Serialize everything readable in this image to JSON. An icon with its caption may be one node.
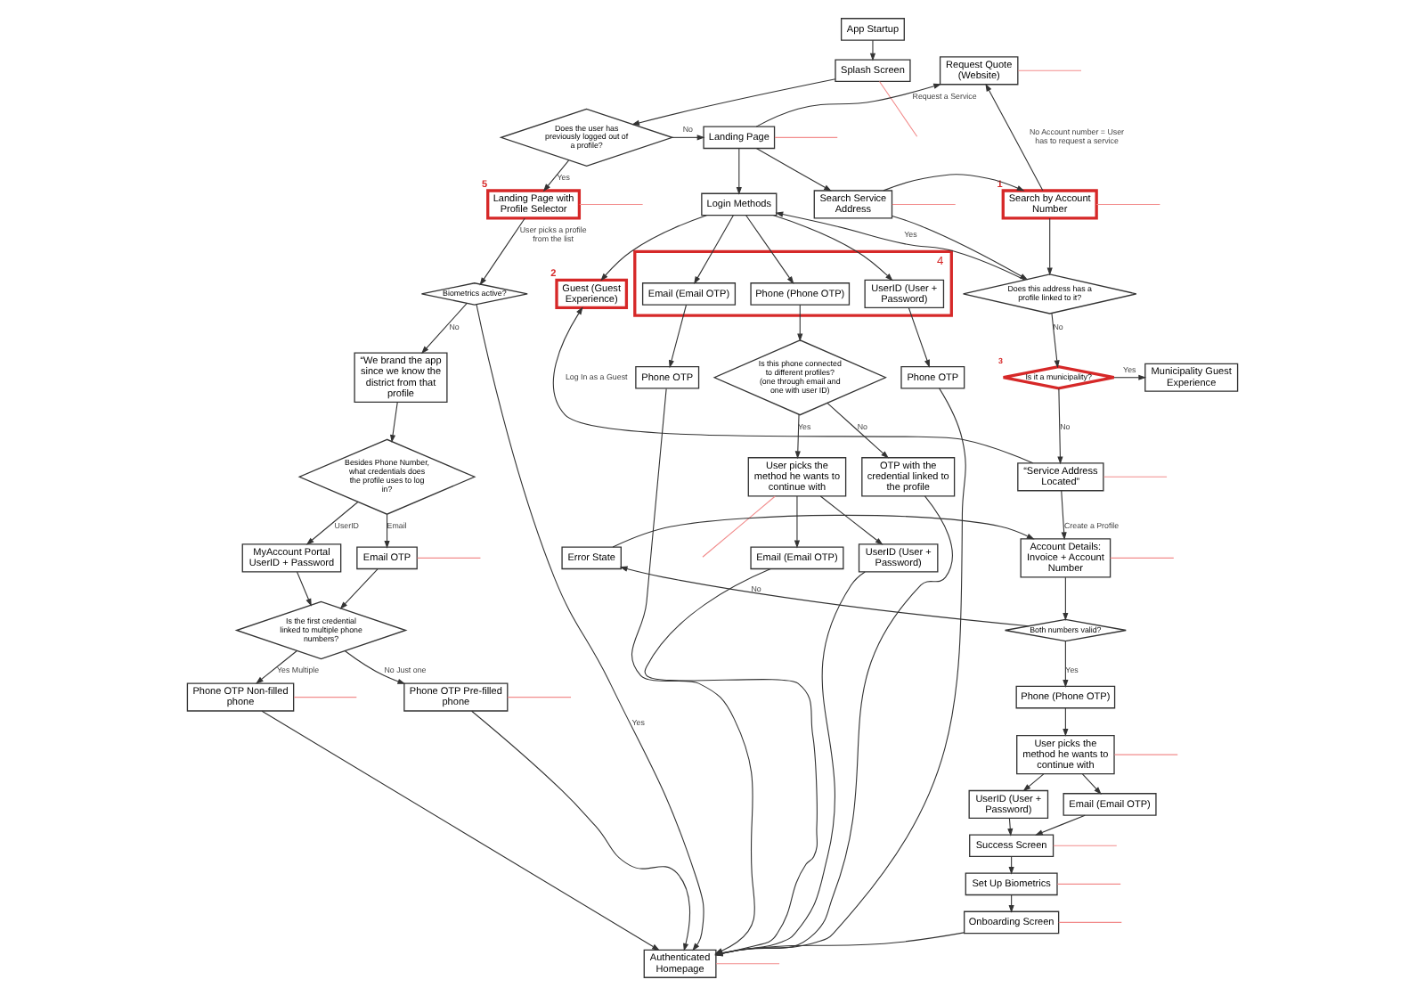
{
  "diagram": {
    "nodes": [
      {
        "text": [
          "App Startup"
        ]
      },
      {
        "text": [
          "Splash Screen"
        ]
      },
      {
        "text": [
          "Request Quote (Website)"
        ]
      },
      {
        "text": [
          "Does the user has previously logged out of a profile?"
        ]
      },
      {
        "text": [
          "Landing Page"
        ]
      },
      {
        "text": [
          "Landing Page with Profile Selector"
        ],
        "beside": [
          "5"
        ]
      },
      {
        "text": [
          "Login Methods"
        ]
      },
      {
        "text": [
          "Search Service Address"
        ]
      },
      {
        "text": [
          "Search by Account Number"
        ],
        "beside": [
          "1"
        ]
      },
      {
        "text": [],
        "shape": "box",
        "beside": [
          "4"
        ]
      },
      {
        "text": [
          "UserID (User + Password)"
        ],
        "in": 9
      },
      {
        "text": [
          "Email (Email OTP)"
        ],
        "in": 9
      },
      {
        "text": [
          "Phone (Phone OTP)"
        ],
        "in": 9
      },
      {
        "text": [
          "Guest (Guest Experience)"
        ],
        "beside": [
          "2"
        ]
      },
      {
        "text": [
          "Does this address has a profile linked to it?"
        ]
      },
      {
        "text": [
          "Biometrics active?"
        ]
      },
      {
        "text": [
          "Phone OTP"
        ]
      },
      {
        "text": [
          "Phone OTP"
        ]
      },
      {
        "text": [
          "Is it a municipality?"
        ],
        "beside": [
          "3"
        ]
      },
      {
        "text": [
          "Municipality Guest Experience"
        ]
      },
      {
        "text": [
          "Is this phone connected to different profiles? (one through email and one with user ID)"
        ]
      },
      {
        "text": [
          "OTP with the credential linked to the profile"
        ]
      },
      {
        "text": [
          "“We brand the app since we know the district from that profile"
        ]
      },
      {
        "text": [
          "“Service Address Located”"
        ]
      },
      {
        "text": [
          "User picks the method he wants to continue with"
        ]
      },
      {
        "text": [
          "Account Details: Invoice + Account Number"
        ]
      },
      {
        "text": [
          "Error State"
        ]
      },
      {
        "text": [
          "Besides Phone Number, what credentials does the profile uses to log in?"
        ]
      },
      {
        "text": [
          "UserID (User + Password)"
        ]
      },
      {
        "text": [
          "Email (Email OTP)"
        ]
      },
      {
        "text": [
          "Email OTP"
        ]
      },
      {
        "text": [
          "MyAccount Portal UserID + Password"
        ]
      },
      {
        "text": [
          "Both numbers valid?"
        ]
      },
      {
        "text": [
          "Phone (Phone OTP)"
        ]
      },
      {
        "text": [
          "User picks the method he wants to continue with"
        ]
      },
      {
        "text": [
          "Is the first credential linked to multiple phone numbers?"
        ]
      },
      {
        "text": [
          "UserID (User + Password)"
        ]
      },
      {
        "text": [
          "Email (Email OTP)"
        ]
      },
      {
        "text": [
          "Phone OTP Pre-filled phone"
        ]
      },
      {
        "text": [
          "Phone OTP Non-filled phone"
        ]
      },
      {
        "text": [
          "Success Screen"
        ]
      },
      {
        "text": [
          "Authenticated Homepage"
        ]
      },
      {
        "text": [
          "Set Up Biometrics"
        ]
      },
      {
        "text": [
          "Onboarding Screen"
        ]
      }
    ],
    "edges": [
      {
        "from": 0,
        "to": 1,
        "arrow": "to"
      },
      {
        "from": 1,
        "to": 3,
        "arrow": "to"
      },
      {
        "from": 3,
        "to": 5,
        "arrow": "to",
        "label": "Yes"
      },
      {
        "from": 3,
        "to": 4,
        "arrow": "to",
        "label": "No"
      },
      {
        "from": 4,
        "to": 2,
        "arrow": "to",
        "label": "Request a Service"
      },
      {
        "from": 4,
        "to": 6,
        "arrow": "to"
      },
      {
        "from": 4,
        "to": 7,
        "arrow": "to"
      },
      {
        "from": 7,
        "to": 8,
        "arrow": "to"
      },
      {
        "from": 7,
        "to": 14,
        "arrow": "to"
      },
      {
        "from": 8,
        "to": 2,
        "arrow": "to",
        "label": "No Account number = User has to request a service"
      },
      {
        "from": 8,
        "to": 14,
        "arrow": "to"
      },
      {
        "from": 14,
        "to": 6,
        "arrow": "to",
        "label": "Yes"
      },
      {
        "from": 14,
        "to": 18,
        "arrow": "to",
        "label": "No"
      },
      {
        "from": 18,
        "to": 19,
        "arrow": "to",
        "label": "Yes"
      },
      {
        "from": 18,
        "to": 23,
        "arrow": "to",
        "label": "No"
      },
      {
        "from": 23,
        "to": 13,
        "arrow": "to",
        "label": "Log In as a Guest"
      },
      {
        "from": 23,
        "to": 25,
        "arrow": "to",
        "label": "Create a Profile"
      },
      {
        "from": 25,
        "to": 32,
        "arrow": "to"
      },
      {
        "from": 26,
        "to": 25,
        "arrow": "to"
      },
      {
        "from": 32,
        "to": 26,
        "arrow": "to",
        "label": "No"
      },
      {
        "from": 32,
        "to": 33,
        "arrow": "to",
        "label": "Yes"
      },
      {
        "from": 33,
        "to": 34,
        "arrow": "to"
      },
      {
        "from": 34,
        "to": 36,
        "arrow": "to"
      },
      {
        "from": 34,
        "to": 37,
        "arrow": "to"
      },
      {
        "from": 36,
        "to": 40,
        "arrow": "to"
      },
      {
        "from": 37,
        "to": 40,
        "arrow": "to"
      },
      {
        "from": 40,
        "to": 42,
        "arrow": "to"
      },
      {
        "from": 42,
        "to": 43,
        "arrow": "to"
      },
      {
        "from": 43,
        "to": 41,
        "arrow": "to"
      },
      {
        "from": 6,
        "to": 10,
        "arrow": "to"
      },
      {
        "from": 6,
        "to": 11,
        "arrow": "to"
      },
      {
        "from": 6,
        "to": 12,
        "arrow": "to"
      },
      {
        "from": 6,
        "to": 13,
        "arrow": "to"
      },
      {
        "from": 10,
        "to": 16,
        "arrow": "to"
      },
      {
        "from": 11,
        "to": 17,
        "arrow": "to"
      },
      {
        "from": 12,
        "to": 20,
        "arrow": "to"
      },
      {
        "from": 20,
        "to": 21,
        "arrow": "to",
        "label": "No"
      },
      {
        "from": 20,
        "to": 24,
        "arrow": "to",
        "label": "Yes"
      },
      {
        "from": 24,
        "to": 28,
        "arrow": "to"
      },
      {
        "from": 24,
        "to": 29,
        "arrow": "to"
      },
      {
        "from": 16,
        "to": 41,
        "arrow": "to"
      },
      {
        "from": 17,
        "to": 41,
        "arrow": "to"
      },
      {
        "from": 28,
        "to": 41,
        "arrow": "to"
      },
      {
        "from": 29,
        "to": 41,
        "arrow": "to"
      },
      {
        "from": 21,
        "to": 41,
        "arrow": "to"
      },
      {
        "from": 5,
        "to": 15,
        "arrow": "to",
        "label": "User picks a profile from the list"
      },
      {
        "from": 15,
        "to": 41,
        "arrow": "to",
        "label": "Yes"
      },
      {
        "from": 15,
        "to": 22,
        "arrow": "to",
        "label": "No"
      },
      {
        "from": 22,
        "to": 27,
        "arrow": "to"
      },
      {
        "from": 27,
        "to": 30,
        "arrow": "to",
        "label": "Email"
      },
      {
        "from": 27,
        "to": 31,
        "arrow": "to",
        "label": "UserID"
      },
      {
        "from": 30,
        "to": 35,
        "arrow": "to"
      },
      {
        "from": 31,
        "to": 35,
        "arrow": "to"
      },
      {
        "from": 35,
        "to": 38,
        "arrow": "to",
        "label": "No Just one"
      },
      {
        "from": 35,
        "to": 39,
        "arrow": "to",
        "label": "Yes Multiple"
      },
      {
        "from": 38,
        "to": 41,
        "arrow": "to"
      },
      {
        "from": 39,
        "to": 41,
        "arrow": "to"
      },
      {
        "from": 1,
        "to": null,
        "arrow": "none",
        "color": "#f28c8c"
      },
      {
        "from": 2,
        "to": null,
        "arrow": "none",
        "color": "#f28c8c"
      },
      {
        "from": 4,
        "to": null,
        "arrow": "none",
        "color": "#f28c8c"
      },
      {
        "from": 5,
        "to": null,
        "arrow": "none",
        "color": "#f28c8c"
      },
      {
        "from": 7,
        "to": null,
        "arrow": "none",
        "color": "#f28c8c"
      },
      {
        "from": 8,
        "to": null,
        "arrow": "none",
        "color": "#f28c8c"
      },
      {
        "from": 23,
        "to": null,
        "arrow": "none",
        "color": "#f28c8c"
      },
      {
        "from": 24,
        "to": null,
        "arrow": "none",
        "color": "#f28c8c"
      },
      {
        "from": 25,
        "to": null,
        "arrow": "none",
        "color": "#f28c8c"
      },
      {
        "from": 30,
        "to": null,
        "arrow": "none",
        "color": "#f28c8c"
      },
      {
        "from": 34,
        "to": null,
        "arrow": "none",
        "color": "#f28c8c"
      },
      {
        "from": 38,
        "to": null,
        "arrow": "none",
        "color": "#f28c8c"
      },
      {
        "from": 39,
        "to": null,
        "arrow": "none",
        "color": "#f28c8c"
      },
      {
        "from": 40,
        "to": null,
        "arrow": "none",
        "color": "#f28c8c"
      },
      {
        "from": 41,
        "to": null,
        "arrow": "none",
        "color": "#f28c8c"
      },
      {
        "from": 42,
        "to": null,
        "arrow": "none",
        "color": "#f28c8c"
      },
      {
        "from": 43,
        "to": null,
        "arrow": "none",
        "color": "#f28c8c"
      }
    ]
  }
}
